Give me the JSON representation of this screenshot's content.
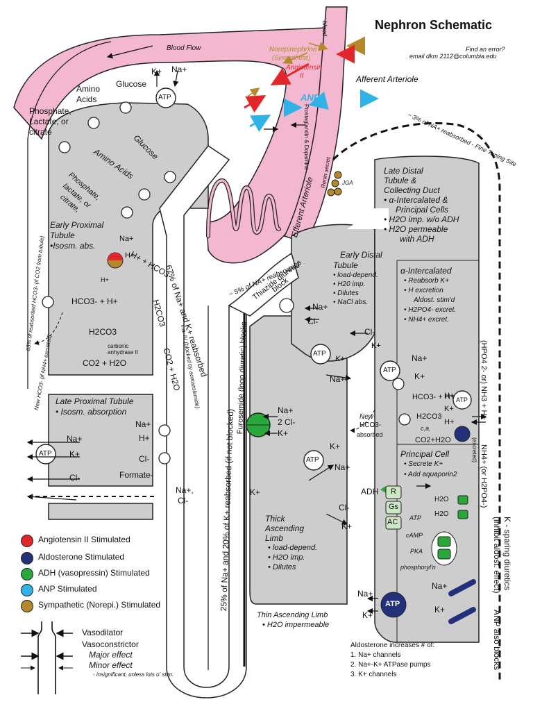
{
  "title": "Nephron Schematic",
  "error_note": "Find an error?",
  "email": "email dkm 2112@columbia.edu",
  "colors": {
    "angiotensin": "#e3262b",
    "aldosterone": "#23307a",
    "adh": "#2aa73a",
    "anp": "#2fb2e6",
    "sympathetic": "#b5882a",
    "tubule_gray": "#cdcdcd",
    "vessel_pink": "#f3b8d0"
  },
  "vessels": {
    "blood_flow": "Blood Flow",
    "blood": "blood",
    "norepinephrine": "Norepinephrine",
    "sympathetic": "(Sympathetic)",
    "angiotensin": "Angiotensin",
    "angiotensin_2": "II",
    "afferent": "Afferent Arteriole",
    "anp": "ANP",
    "prostaglandins": "Prostaglandin & Dopamine",
    "efferent": "Efferent Arteriole",
    "renin": "Renin secret.",
    "jga": "JGA"
  },
  "proximal": {
    "phosphate": "Phosphate,",
    "lactate": "Lactate, or",
    "citrate": "citrate",
    "amino1": "Amino",
    "amino2": "Acids",
    "glucose": "Glucose",
    "k": "K+",
    "na": "Na+",
    "atp": "ATP",
    "glucose_in": "Glucose",
    "amino_in": "Amino Acids",
    "phosphate_in": "Phosphate,",
    "lactate_in": "lactate, or",
    "citrate_in": "citrate,",
    "early_title": "Early Proximal",
    "early_title2": "Tubule",
    "early_note": "•Isosm. abs.",
    "na_plus": "Na+",
    "h_plus": "H+",
    "hco3_lumen": "H+ + HCO3-",
    "hco3_h": "HCO3- + H+",
    "h2co3": "H2CO3",
    "carbonic": "carbonic",
    "anhydrase": "anhydrase II",
    "co2_h2o": "CO2 + H2O",
    "lumen_h2co3": "H2CO3",
    "lumen_co2": "CO2 + H2O",
    "ca_note": "c.a. IV (blocked by acetazolamide)",
    "reabs85": "85% of reabsorbed HCO3- (if CO2 from tubule)",
    "new_hco3": "New HCO3- (if NH4+ excreted)",
    "h_small": "H+",
    "reabs67": "67% of Na+ and K+ reabsorbed",
    "late_title": "Late Proximal Tubule",
    "late_note": "• Isosm. absorption",
    "late_na": "Na+",
    "late_h": "H+",
    "late_cl": "Cl-",
    "formate": "Formate-",
    "na_cl_para": "Na+,",
    "cl_para": "Cl-",
    "left_na": "Na+",
    "left_k": "K+",
    "left_cl": "Cl-"
  },
  "loop": {
    "reabs25": "25% of Na+ and 20% of K+ reabsorbed (if not blocked)",
    "reabs5": "~ 5% of NA+ reabsorbed",
    "furosemide": "Furosemide (loop diuretic) blocks",
    "na": "Na+",
    "cl2": "2 Cl-",
    "k": "K+",
    "k2": "K+",
    "na2": "Na+",
    "k3": "K+",
    "cl3": "Cl-",
    "k4": "K+",
    "atp": "ATP",
    "thick1": "Thick",
    "thick2": "Ascending",
    "thick3": "Limb",
    "thick_b1": "• load-depend.",
    "thick_b2": "• H2O imp.",
    "thick_b3": "• Dilutes",
    "thin1": "Thin Ascending Limb",
    "thin2": "• H2O impermeable"
  },
  "distal": {
    "fine_tuning": "~ 3% of NA+ reabsorbed - Fine Tuning Site",
    "thiazide": "Thiazide diuretics",
    "thiazide2": "block",
    "early1": "Early Distal",
    "early2": "Tubule",
    "b1": "• load-depend.",
    "b2": "• H20 imp.",
    "b3": "• Dilutes",
    "b4": "• NaCl abs.",
    "na": "Na+",
    "cl": "Cl-",
    "cl2": "Cl-",
    "k": "K+",
    "k_small": "K+",
    "atp": "ATP",
    "na_out": "Na+",
    "late1": "Late Distal",
    "late2": "Tubule &",
    "late3": "Collecting Duct",
    "late4": "• α-Intercalated &",
    "late5": "Principal Cells",
    "late6": "• H2O imp. w/o ADH",
    "late7": "• H2O permeable",
    "late8": "with ADH"
  },
  "intercalated": {
    "title": "α-Intercalated",
    "b1": "• Reabsorb K+",
    "b2": "• H excretion",
    "b3": "Aldost. stim'd",
    "b4": "• H2PO4- excret.",
    "b5": "• NH4+ excret.",
    "k": "K+",
    "na": "Na+",
    "k2": "K+",
    "atp": "ATP",
    "atp2": "ATP",
    "hco3h": "HCO3- + H+",
    "h2co3": "H2CO3",
    "ca": "c.a.",
    "co2": "CO2+H2O",
    "h1": "H+",
    "k3": "K+",
    "h2": "H+",
    "new1": "New",
    "new2": "HCO3-",
    "new3": "absorbed",
    "right1": "(HPO4 2- or) NH3 + H+",
    "right2": "NH4+ (or H2PO4-)",
    "excreted": "(excreted)"
  },
  "principal": {
    "title": "Principal Cell",
    "b1": "• Secrete K+",
    "b2": "• Add aquaporin2",
    "adh": "ADH",
    "r": "R",
    "gs": "Gs",
    "ac": "AC",
    "atp": "ATP",
    "camp": "cAMP",
    "pka": "PKA",
    "phos": "phosphoryl'n",
    "h2o1": "H2O",
    "h2o2": "H2O",
    "na": "Na+",
    "k": "K+",
    "atp_big": "ATP",
    "na2": "Na+",
    "k2": "K+",
    "aldo_title": "Aldosterone increases # of:",
    "aldo1": "1. Na+ channels",
    "aldo2": "2. Na+-K+ ATPase pumps",
    "aldo3": "3. K+ channels",
    "ksparing1": "K - sparing diuretics",
    "ksparing2": "(inhibit aldost. effect)",
    "anp_blocks": "ANP also blocks"
  },
  "legend": {
    "items": [
      {
        "label": "Angiotensin II Stimulated",
        "color": "#e3262b"
      },
      {
        "label": "Aldosterone Stimulated",
        "color": "#23307a"
      },
      {
        "label": "ADH (vasopressin) Stimulated",
        "color": "#2aa73a"
      },
      {
        "label": "ANP Stimulated",
        "color": "#2fb2e6"
      },
      {
        "label": "Sympathetic (Norepi.) Stimulated",
        "color": "#b5882a"
      }
    ],
    "vasodilator": "Vasodilator",
    "vasoconstrictor": "Vasoconstrictor",
    "major": "Major effect",
    "minor": "Minor effect",
    "insignificant": "- insignificant, unless lots o' stim."
  }
}
